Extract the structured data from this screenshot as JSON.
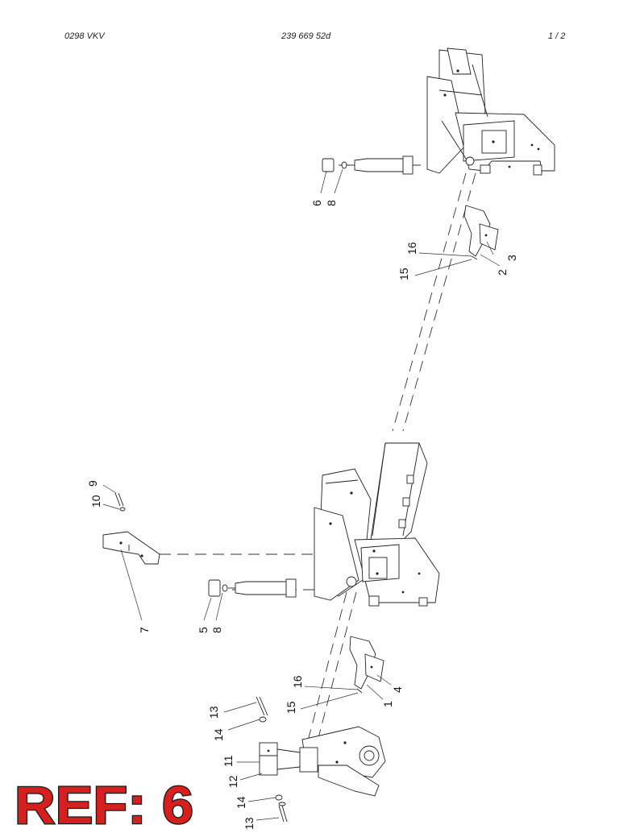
{
  "header": {
    "left": "0298  VKV",
    "center": "239 669 52d",
    "right": "1 / 2"
  },
  "callouts": {
    "n1": "1",
    "n2": "2",
    "n3": "3",
    "n4": "4",
    "n5": "5",
    "n6": "6",
    "n7": "7",
    "n8a": "8",
    "n8b": "8",
    "n9": "9",
    "n10": "10",
    "n11": "11",
    "n12": "12",
    "n13a": "13",
    "n13b": "13",
    "n14a": "14",
    "n14b": "14",
    "n15a": "15",
    "n15b": "15",
    "n16a": "16",
    "n16b": "16"
  },
  "stamp": {
    "text": "REF: 6",
    "fill_color": "#d61f1f",
    "outline_color": "#1a1a1a"
  }
}
